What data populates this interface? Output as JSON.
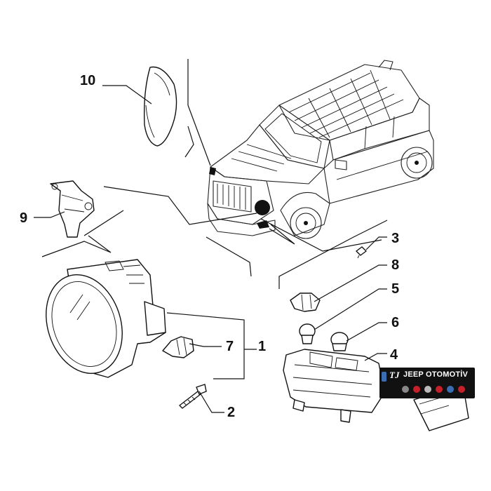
{
  "diagram": {
    "callouts": [
      "10",
      "9",
      "3",
      "8",
      "5",
      "6",
      "7",
      "1",
      "4",
      "2"
    ]
  },
  "badge": {
    "mark": "TJ",
    "text": "JEEP OTOMOTİV",
    "colors": {
      "background": "#111111",
      "accent": "#3b6db3",
      "logo_red": "#c8202a",
      "logo_green": "#3a8a3a"
    }
  }
}
